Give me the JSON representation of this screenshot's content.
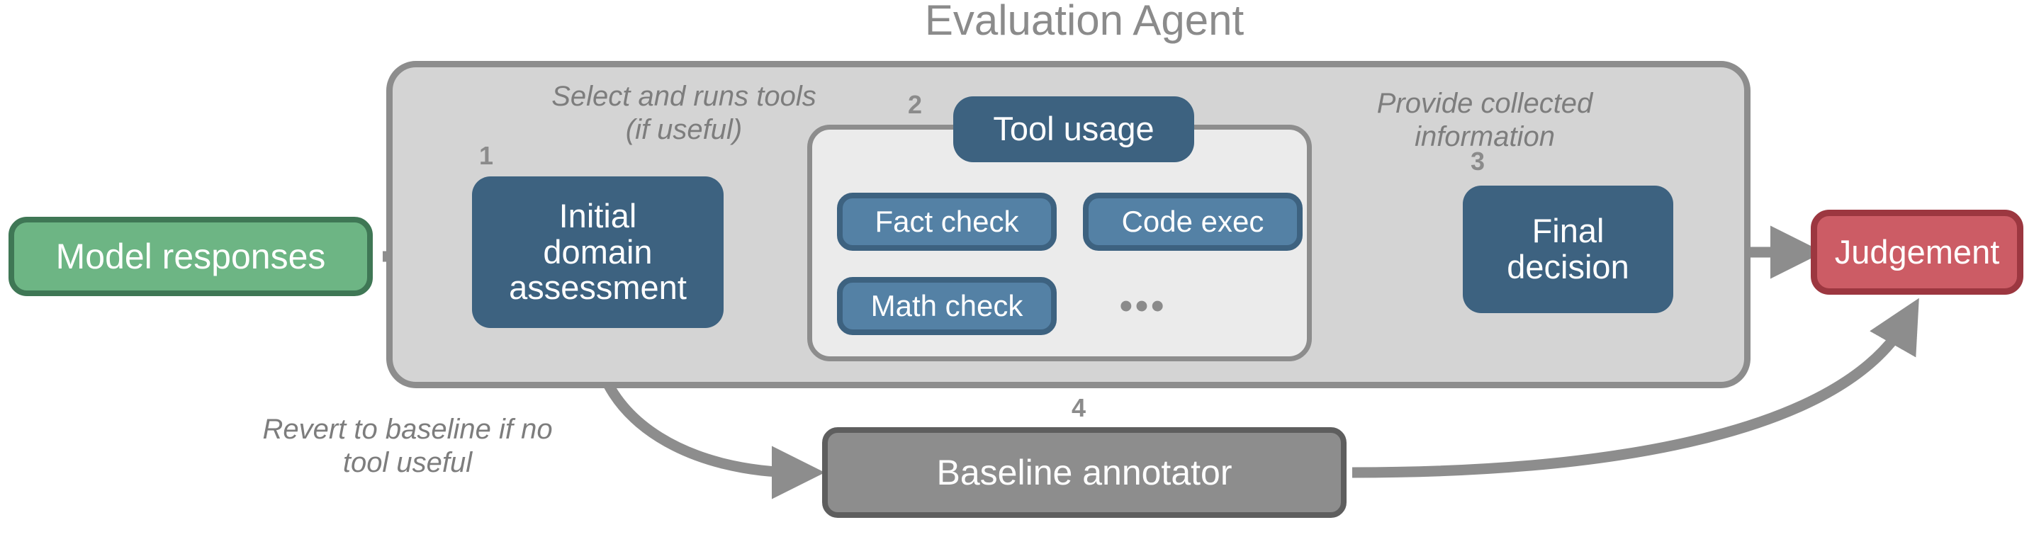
{
  "diagram": {
    "title": "Evaluation Agent",
    "agent_container_label": "Evaluation Agent",
    "tool_container_badge": "Tool usage"
  },
  "nodes": {
    "model_responses": {
      "label": "Model responses",
      "color": "#6db584",
      "border": "#3f7755"
    },
    "initial_assessment": {
      "line1": "Initial",
      "line2": "domain",
      "line3": "assessment",
      "step": "1",
      "color": "#3d6280"
    },
    "tool_usage": {
      "label": "Tool usage",
      "step": "2",
      "color": "#3d6280"
    },
    "fact_check": {
      "label": "Fact check",
      "color": "#5481a5",
      "border": "#3d6280"
    },
    "code_exec": {
      "label": "Code exec",
      "color": "#5481a5",
      "border": "#3d6280"
    },
    "math_check": {
      "label": "Math check",
      "color": "#5481a5",
      "border": "#3d6280"
    },
    "more_tools": {
      "label": "•••",
      "color": "#8b8b8b"
    },
    "final_decision": {
      "line1": "Final",
      "line2": "decision",
      "step": "3",
      "color": "#3d6280"
    },
    "judgement": {
      "label": "Judgement",
      "color": "#cc5c65",
      "border": "#9c3740"
    },
    "baseline_annotator": {
      "label": "Baseline annotator",
      "step": "4",
      "color": "#8d8d8d",
      "border": "#5e5e5e"
    }
  },
  "annotations": {
    "select_tools": "Select and runs tools (if useful)",
    "provide_info": "Provide collected information",
    "revert_baseline": "Revert to baseline if no tool useful"
  },
  "palette": {
    "arrow_gray": "#8d8d8d",
    "container_fill": "#d4d4d4",
    "container_border": "#8d8d8d",
    "tool_container_fill": "#ebebeb",
    "text_gray": "#7d7d7d",
    "white": "#ffffff"
  }
}
